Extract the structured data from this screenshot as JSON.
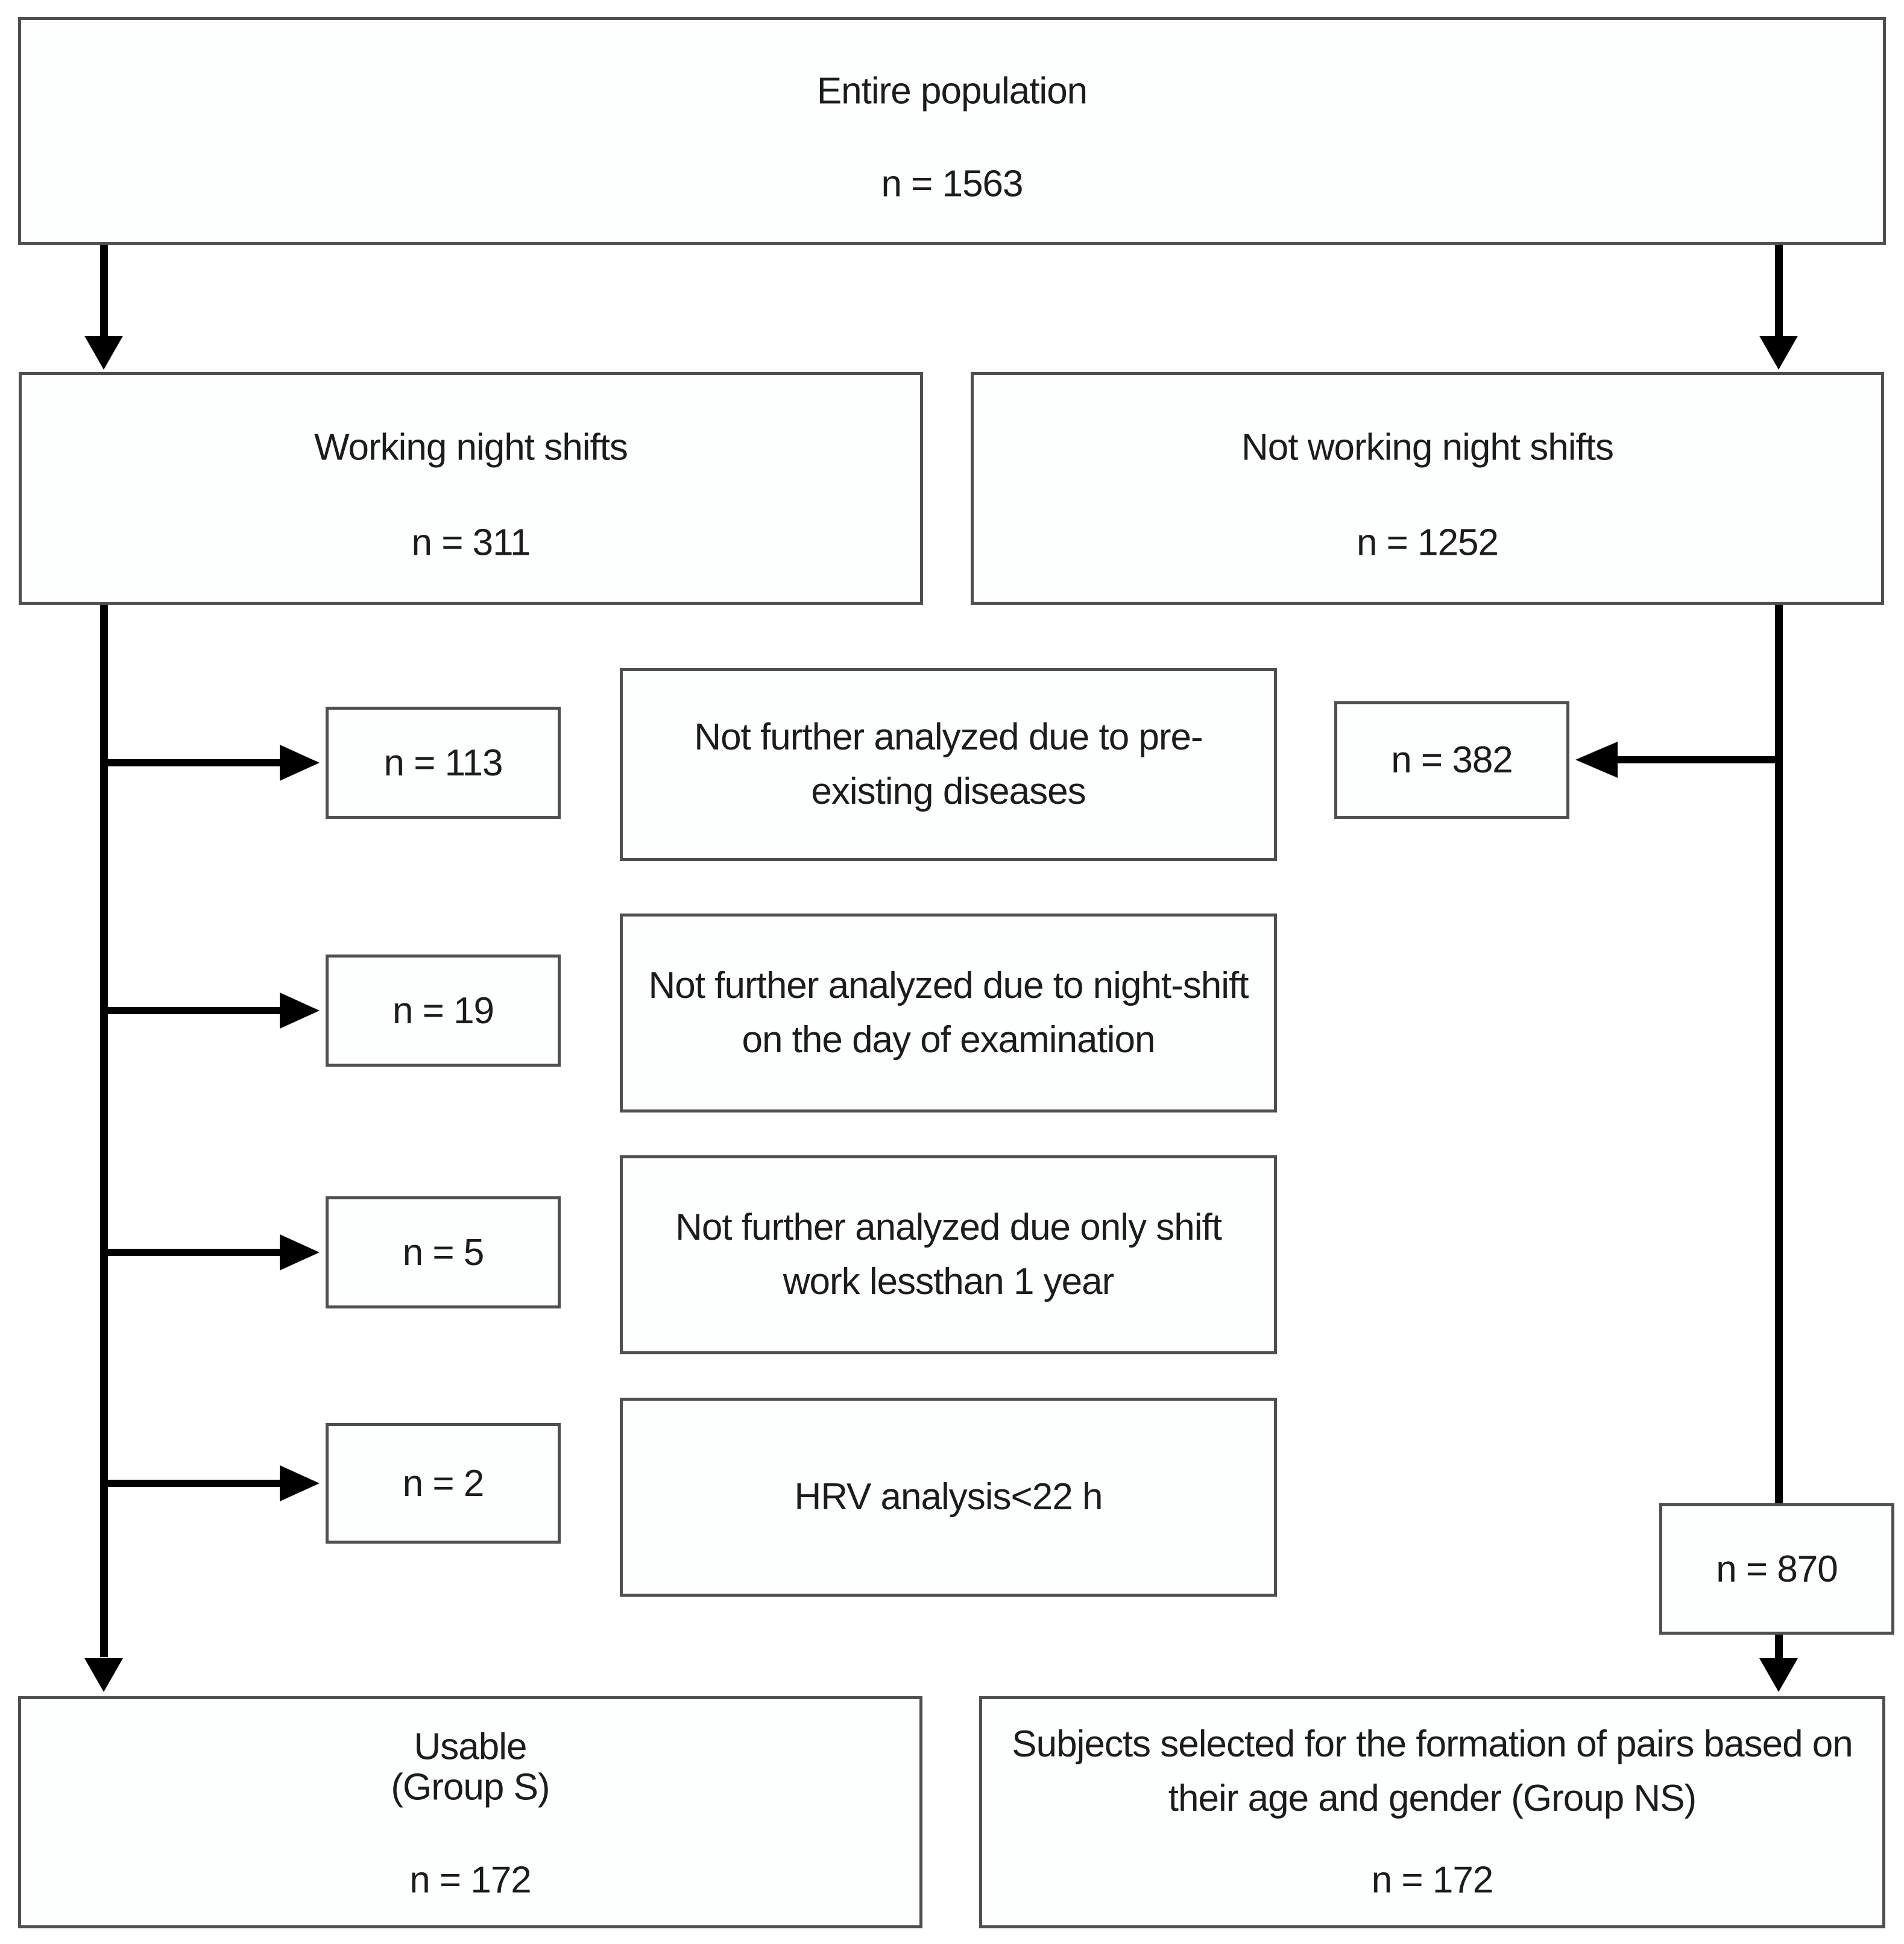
{
  "colors": {
    "background": "#ffffff",
    "box_fill": "#fdfefe",
    "box_border": "#4f4f4f",
    "connector": "#000000",
    "text": "#1c1c1c"
  },
  "boxes": {
    "entire_population": {
      "label": "Entire population",
      "count": "n = 1563"
    },
    "working_night_shifts": {
      "label": "Working night shifts",
      "count": "n = 311"
    },
    "not_working_night_shifts": {
      "label": "Not working night shifts",
      "count": "n = 1252"
    },
    "excluded_not_working": {
      "count": "n = 382"
    },
    "remaining_not_working": {
      "count": "n = 870"
    },
    "usable": {
      "label": "Usable",
      "sublabel": "(Group S)",
      "count": "n = 172"
    },
    "selected_pairs": {
      "label": "Subjects selected for the formation of pairs based on their age and gender (Group NS)",
      "count": "n = 172"
    }
  },
  "exclusions": [
    {
      "count": "n = 113",
      "reason": "Not further analyzed due to pre-existing diseases"
    },
    {
      "count": "n = 19",
      "reason": "Not further analyzed due to night-shift on the day of examination"
    },
    {
      "count": "n = 5",
      "reason": "Not further analyzed due only shift work lessthan 1 year"
    },
    {
      "count": "n = 2",
      "reason": "HRV analysis<22 h"
    }
  ]
}
